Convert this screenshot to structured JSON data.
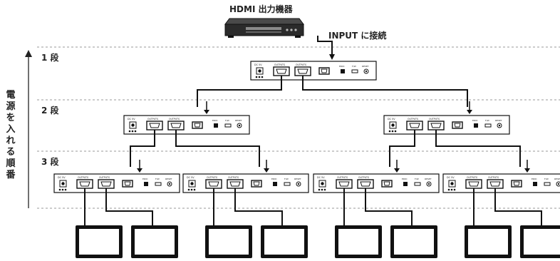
{
  "source": {
    "title": "HDMI 出力機器"
  },
  "connection_note": "INPUT に接続",
  "tiers": [
    "1 段",
    "2 段",
    "3 段"
  ],
  "side_title": "電源を入れる順番",
  "splitter": {
    "power_label": "DC 5V",
    "output_label": "OUTPUTS",
    "mode_label": "EDID",
    "fw_label": "F/W",
    "reset_label": "RESET"
  },
  "colors": {
    "line": "#111111",
    "device_fill": "#ffffff",
    "dash": "#9a9a9a"
  }
}
